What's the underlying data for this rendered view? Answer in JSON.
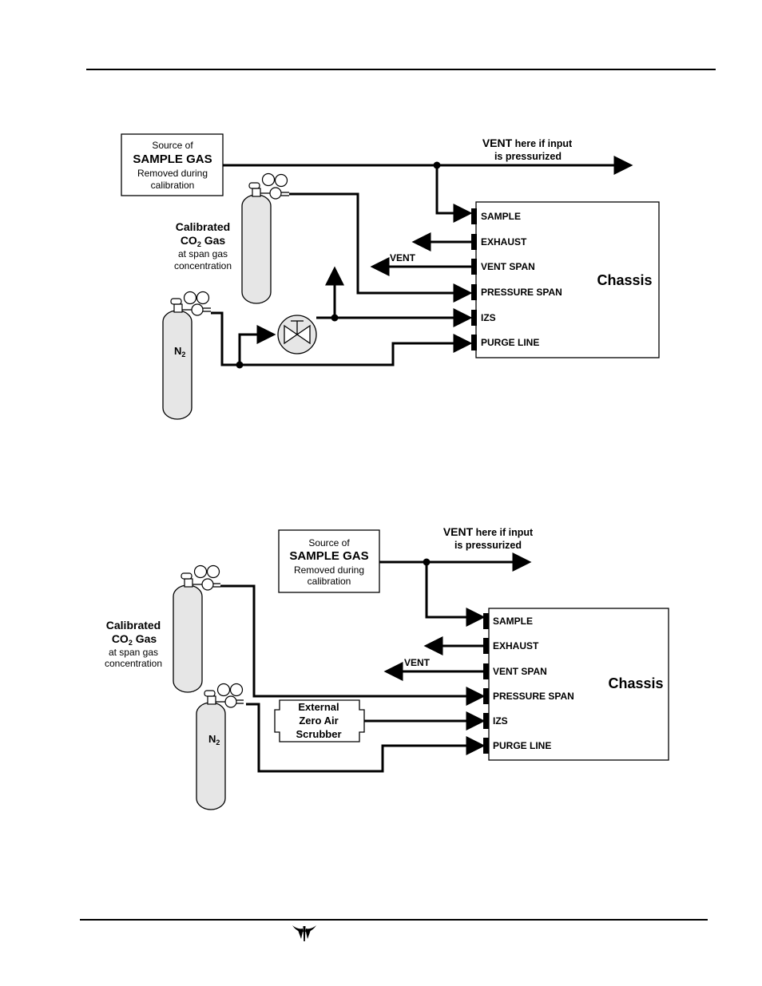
{
  "diagram1": {
    "source": {
      "line1": "Source of",
      "line2": "SAMPLE GAS",
      "line3": "Removed during",
      "line4": "calibration"
    },
    "vent_note": {
      "vent": "VENT",
      "rest1": "here if input",
      "line2": "is pressurized"
    },
    "co2": {
      "line1": "Calibrated",
      "co": "CO",
      "sub": "2",
      "gas": "Gas",
      "line3": "at span gas",
      "line4": "concentration"
    },
    "n2": {
      "n": "N",
      "sub": "2"
    },
    "vent_label": "VENT",
    "chassis": "Chassis",
    "ports": [
      "SAMPLE",
      "EXHAUST",
      "VENT SPAN",
      "PRESSURE SPAN",
      "IZS",
      "PURGE LINE"
    ]
  },
  "diagram2": {
    "source": {
      "line1": "Source of",
      "line2": "SAMPLE GAS",
      "line3": "Removed during",
      "line4": "calibration"
    },
    "vent_note": {
      "vent": "VENT",
      "rest1": "here if input",
      "line2": "is pressurized"
    },
    "co2": {
      "line1": "Calibrated",
      "co": "CO",
      "sub": "2",
      "gas": "Gas",
      "line3": "at span gas",
      "line4": "concentration"
    },
    "n2": {
      "n": "N",
      "sub": "2"
    },
    "vent_label": "VENT",
    "chassis": "Chassis",
    "scrubber": [
      "External",
      "Zero Air",
      "Scrubber"
    ],
    "ports": [
      "SAMPLE",
      "EXHAUST",
      "VENT SPAN",
      "PRESSURE SPAN",
      "IZS",
      "PURGE LINE"
    ]
  },
  "colors": {
    "cylinder_fill": "#e6e6e6",
    "line": "#000000"
  },
  "icons": {
    "footer_logo": "teledyne-logo-icon"
  }
}
